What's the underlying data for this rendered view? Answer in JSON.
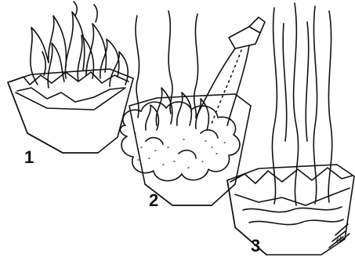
{
  "stages": [
    {
      "label": "1",
      "description_icon": "flaming-tray-icon"
    },
    {
      "label": "2",
      "description_icon": "foam-spray-tray-icon"
    },
    {
      "label": "3",
      "description_icon": "extinguished-tray-icon"
    }
  ],
  "signature": "d",
  "colors": {
    "ink": "#111111",
    "background": "#ffffff"
  }
}
